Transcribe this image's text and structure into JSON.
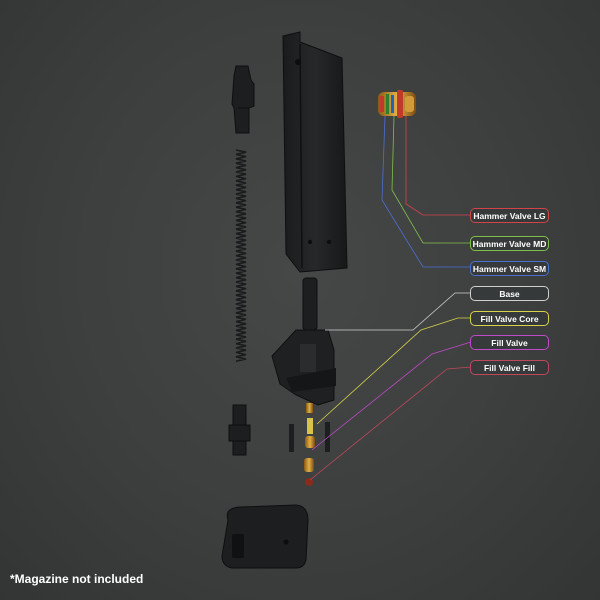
{
  "labels": {
    "hammer_valve_lg": {
      "text": "Hammer Valve LG",
      "color": "#d0444a"
    },
    "hammer_valve_md": {
      "text": "Hammer Valve MD",
      "color": "#7fbf4a"
    },
    "hammer_valve_sm": {
      "text": "Hammer Valve SM",
      "color": "#4a6fd0"
    },
    "base": {
      "text": "Base",
      "color": "#cfcfcf"
    },
    "fill_valve_core": {
      "text": "Fill Valve Core",
      "color": "#d8d24a"
    },
    "fill_valve": {
      "text": "Fill Valve",
      "color": "#c04ac8"
    },
    "fill_valve_fill": {
      "text": "Fill Valve Fill",
      "color": "#c0485a"
    }
  },
  "footnote": "*Magazine not included",
  "colors": {
    "background": "#3d3f3f",
    "part_dark": "#1b1c1d",
    "brass": "#c8902a",
    "accent_red": "#c0392b"
  }
}
